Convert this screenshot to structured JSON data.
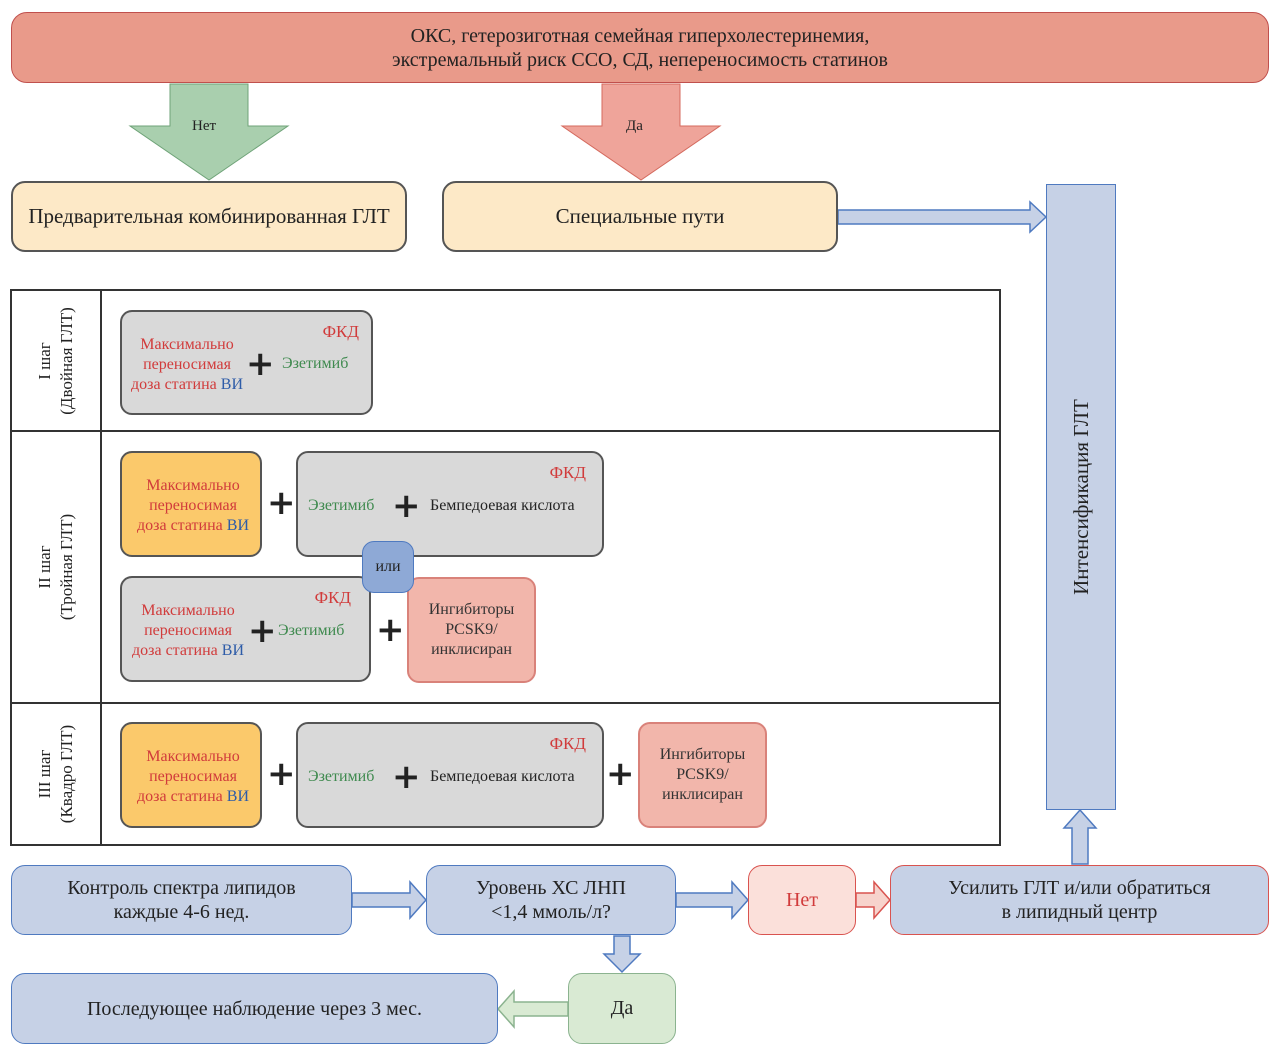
{
  "header": {
    "line1": "ОКС, гетерозиготная семейная гиперхолестеринемия,",
    "line2": "экстремальный риск ССО, СД, непереносимость статинов"
  },
  "arrow_no_label": "Нет",
  "arrow_yes_label": "Да",
  "left_box": "Предварительная комбинированная ГЛТ",
  "special_box": "Специальные пути",
  "intensification": "Интенсификация ГЛТ",
  "steps": {
    "step1": {
      "line1": "I шаг",
      "line2": "(Двойная ГЛТ)"
    },
    "step2": {
      "line1": "II шаг",
      "line2": "(Тройная ГЛТ)"
    },
    "step3": {
      "line1": "III шаг",
      "line2": "(Квадро ГЛТ)"
    }
  },
  "therapy": {
    "statin_line1": "Максимально",
    "statin_line2": "переносимая",
    "statin_line3": "доза статина",
    "vi": "ВИ",
    "fkd": "ФКД",
    "ezetimibe": "Эзетимиб",
    "bempedoic": "Бемпедоевая кислота",
    "or": "или",
    "pcsk9_line1": "Ингибиторы",
    "pcsk9_line2": "PCSK9/",
    "pcsk9_line3": "инклисиран",
    "plus": "+"
  },
  "bottom": {
    "control_line1": "Контроль спектра липидов",
    "control_line2": "каждые 4-6 нед.",
    "level_line1": "Уровень ХС ЛНП",
    "level_line2": "<1,4 ммоль/л?",
    "no": "Нет",
    "intensify_line1": "Усилить ГЛТ и/или обратиться",
    "intensify_line2": "в липидный центр",
    "yes": "Да",
    "followup": "Последующее наблюдение через 3 мес."
  },
  "colors": {
    "header_fill": "#e99a8a",
    "green_arrow": "#a9cfae",
    "red_arrow": "#efa49a",
    "beige": "#fde9c7",
    "grey": "#d9d9d9",
    "orange": "#fbc96b",
    "pink": "#f2b6ab",
    "blue": "#c6d1e6",
    "text_red": "#d13b3b",
    "text_green": "#3f8a4f",
    "text_blue": "#2e5ca8"
  }
}
